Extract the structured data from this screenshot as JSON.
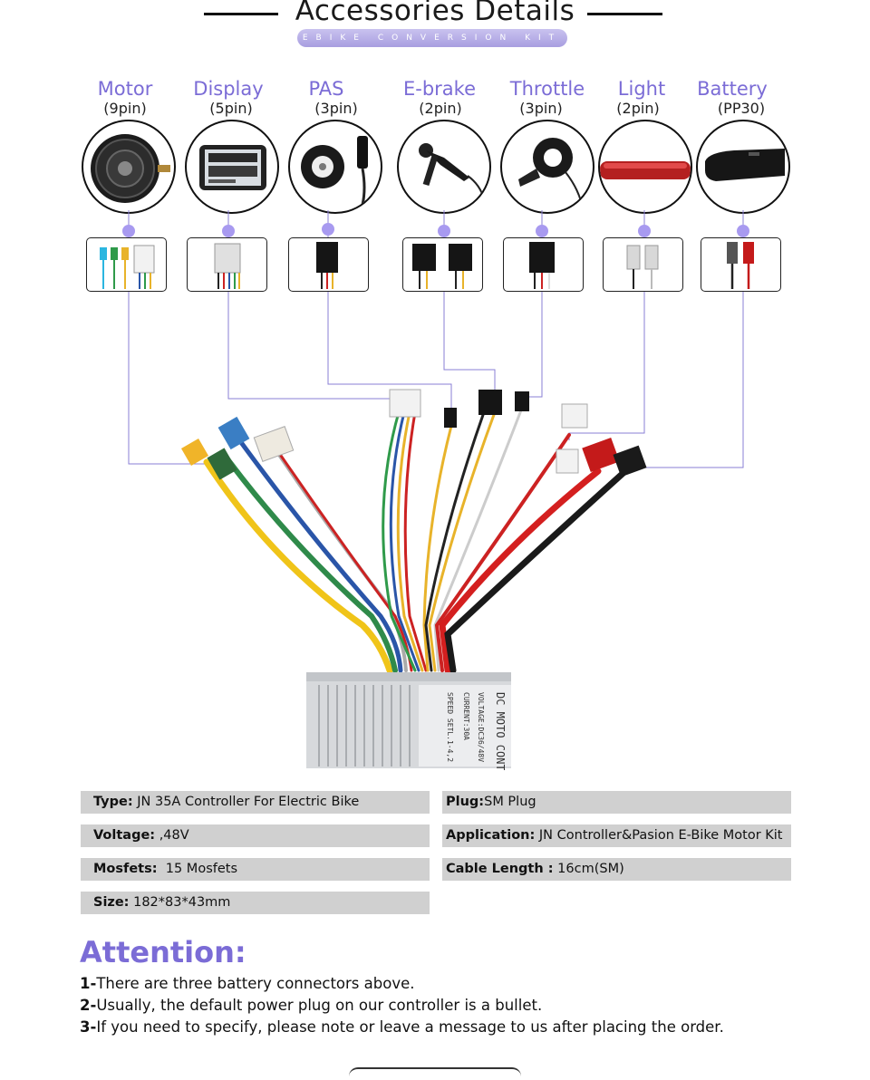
{
  "header": {
    "title": "Accessories Details",
    "subtitle": "EBIKE CONVERSION KIT"
  },
  "accessories": [
    {
      "name": "Motor",
      "pins": "(9pin)"
    },
    {
      "name": "Display",
      "pins": "(5pin)"
    },
    {
      "name": "PAS",
      "pins": "(3pin)"
    },
    {
      "name": "E-brake",
      "pins": "(2pin)"
    },
    {
      "name": "Throttle",
      "pins": "(3pin)"
    },
    {
      "name": "Light",
      "pins": "(2pin)"
    },
    {
      "name": "Battery",
      "pins": "(PP30)"
    }
  ],
  "controller": {
    "label_lines": [
      "DC MOTO CONT",
      "VOLTAGE:DC36/48V",
      "CURRENT:30A",
      "SPEED SETL.1-4,2"
    ]
  },
  "specs": [
    {
      "key": "Type:",
      "value": " JN 35A Controller For Electric Bike"
    },
    {
      "key": "Plug:",
      "value": "SM Plug"
    },
    {
      "key": "Voltage:",
      "value": " ,48V"
    },
    {
      "key": "Application:",
      "value": " JN Controller&Pasion E-Bike Motor Kit"
    },
    {
      "key": "Mosfets:",
      "value": "  15 Mosfets"
    },
    {
      "key": "Cable Length :",
      "value": " 16cm(SM)"
    },
    {
      "key": "Size:",
      "value": " 182*83*43mm"
    }
  ],
  "attention": {
    "title": "Attention:",
    "items": [
      {
        "num": "1-",
        "text": "There are three battery connectors above."
      },
      {
        "num": "2-",
        "text": "Usually, the default power plug on our controller is a bullet."
      },
      {
        "num": "3-",
        "text": "If you need to specify, please note or leave a message to us after placing the order."
      }
    ]
  },
  "colors": {
    "accent": "#7b6cd6",
    "dot": "#a89af0",
    "spec_bg": "#d0d0d0"
  }
}
